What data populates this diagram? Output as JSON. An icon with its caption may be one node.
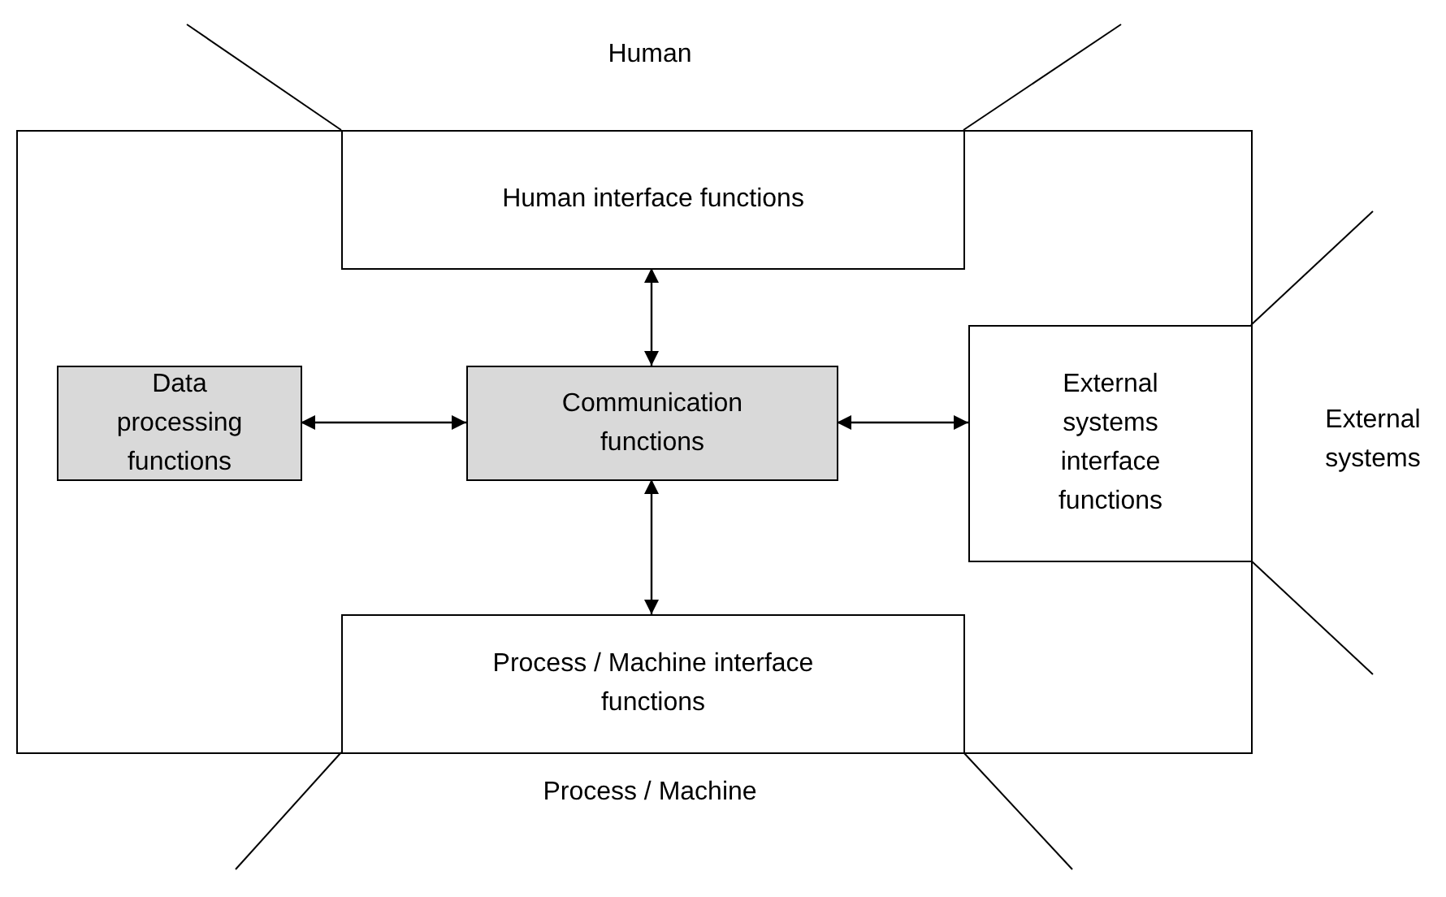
{
  "diagram": {
    "nodes": [
      {
        "text": [],
        "shape": "box"
      },
      {
        "text": [
          "Human interface functions"
        ],
        "in": 0
      },
      {
        "text": [
          "Data processing functions"
        ],
        "in": 0
      },
      {
        "text": [
          "Communication functions"
        ],
        "in": 0
      },
      {
        "text": [
          "External systems interface functions"
        ],
        "in": 0
      },
      {
        "text": [
          "Process / Machine interface functions"
        ],
        "in": 0
      }
    ],
    "edges": [
      {
        "from": 1,
        "to": 3,
        "arrow": "both"
      },
      {
        "from": 2,
        "to": 3,
        "arrow": "both"
      },
      {
        "from": 3,
        "to": 4,
        "arrow": "both"
      },
      {
        "from": 3,
        "to": 5,
        "arrow": "both"
      }
    ],
    "labels": [
      "Human",
      "External systems",
      "Process / Machine"
    ]
  }
}
